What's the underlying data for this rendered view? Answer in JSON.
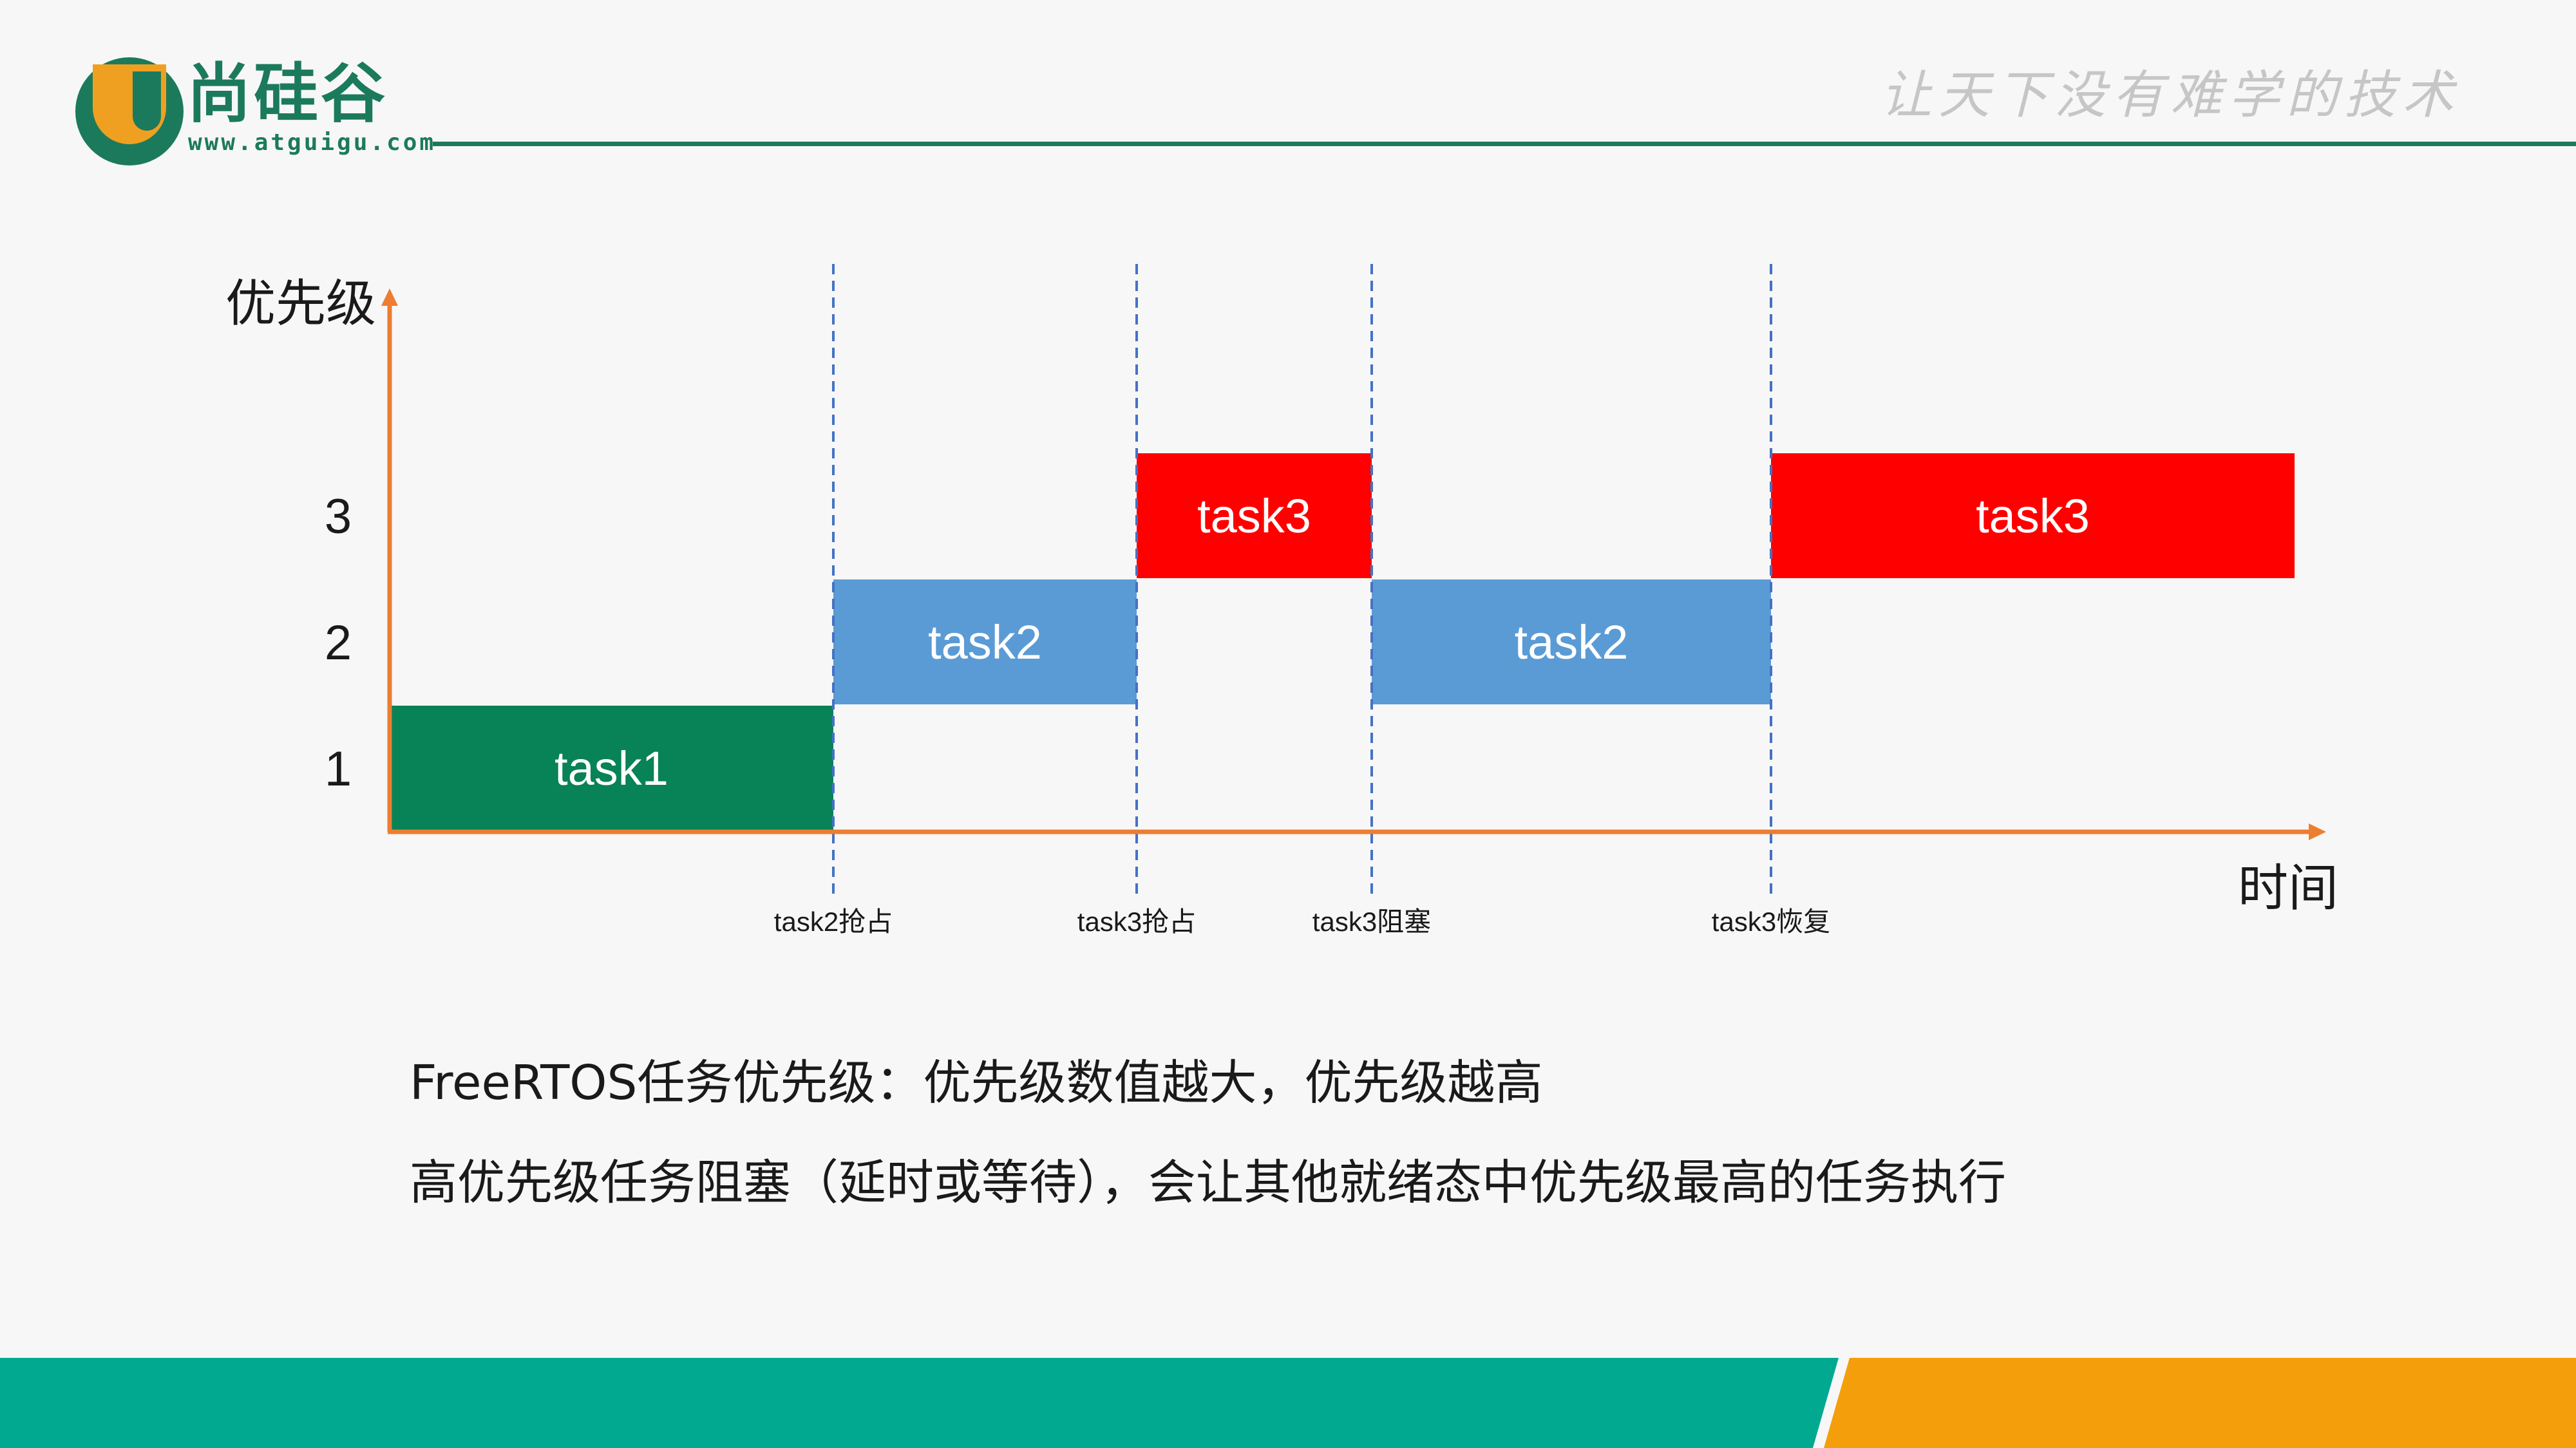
{
  "header": {
    "brand_name": "尚硅谷",
    "brand_url": "www.atguigu.com",
    "slogan": "让天下没有难学的技术"
  },
  "colors": {
    "brand_green": "#1c7a5c",
    "brand_orange": "#f0a020",
    "axis": "#ed7d31",
    "marker": "#4472c4",
    "task1": "#088257",
    "task2": "#5b9bd5",
    "task3": "#ff0000",
    "footer_teal": "#00a98f",
    "footer_orange": "#f59e0b"
  },
  "chart_data": {
    "type": "gantt",
    "ylabel": "优先级",
    "xlabel": "时间",
    "y_ticks": [
      1,
      2,
      3
    ],
    "time_markers": [
      {
        "t": 1,
        "label": "task2抢占"
      },
      {
        "t": 2,
        "label": "task3抢占"
      },
      {
        "t": 3,
        "label": "task3阻塞"
      },
      {
        "t": 4,
        "label": "task3恢复"
      }
    ],
    "segments": [
      {
        "task": "task1",
        "priority": 1,
        "start": 0,
        "end": 1,
        "color": "#088257"
      },
      {
        "task": "task2",
        "priority": 2,
        "start": 1,
        "end": 2,
        "color": "#5b9bd5"
      },
      {
        "task": "task3",
        "priority": 3,
        "start": 2,
        "end": 3,
        "color": "#ff0000"
      },
      {
        "task": "task2",
        "priority": 2,
        "start": 3,
        "end": 4,
        "color": "#5b9bd5"
      },
      {
        "task": "task3",
        "priority": 3,
        "start": 4,
        "end": 5,
        "color": "#ff0000"
      }
    ]
  },
  "notes": [
    "FreeRTOS任务优先级：优先级数值越大，优先级越高",
    "高优先级任务阻塞（延时或等待），会让其他就绪态中优先级最高的任务执行"
  ]
}
